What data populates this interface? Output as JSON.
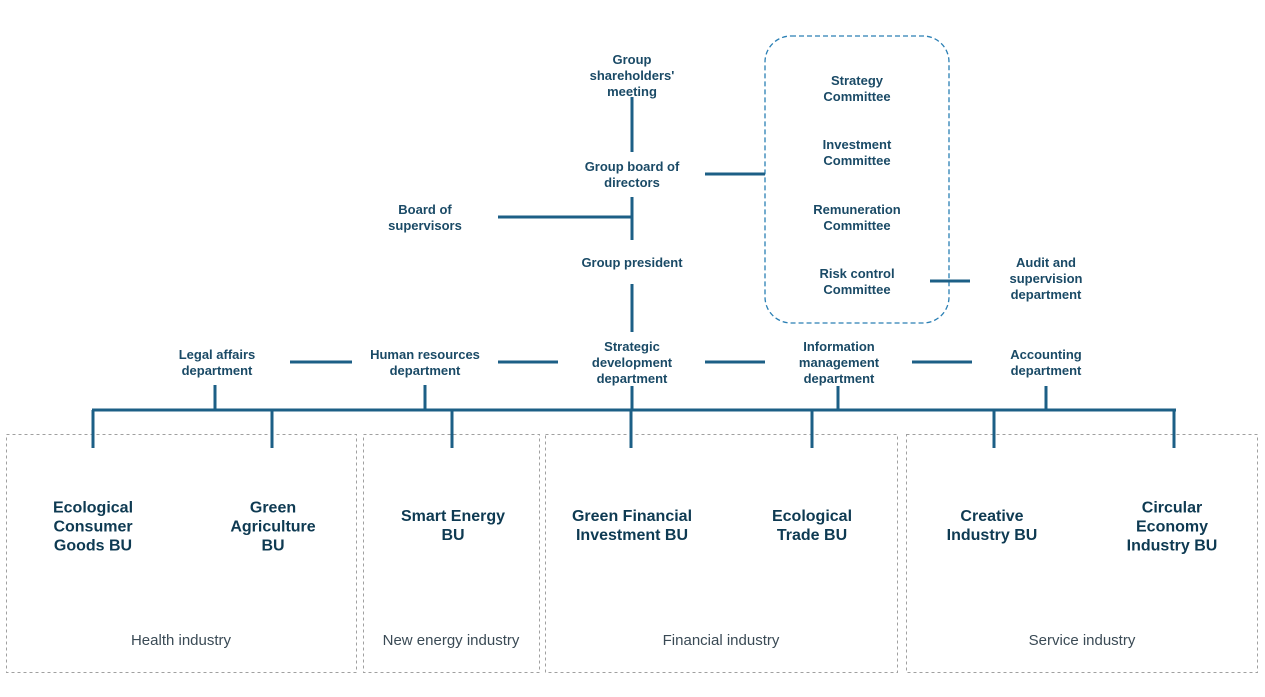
{
  "colors": {
    "line": "#1c5f86",
    "text": "#1a4a66",
    "bu_text": "#0e3a52",
    "industry_text": "#3a4a55",
    "committee_border": "#2a7fb4",
    "industry_border": "#a0a0a0"
  },
  "nodes": {
    "shareholders": "Group\nshareholders'\nmeeting",
    "board_of_directors": "Group board of\ndirectors",
    "board_of_supervisors": "Board of\nsupervisors",
    "president": "Group president",
    "committees": {
      "strategy": "Strategy\nCommittee",
      "investment": "Investment\nCommittee",
      "remuneration": "Remuneration\nCommittee",
      "risk_control": "Risk control\nCommittee"
    },
    "audit": "Audit and\nsupervision\ndepartment",
    "departments": {
      "legal": "Legal affairs\ndepartment",
      "hr": "Human resources\ndepartment",
      "strategic": "Strategic\ndevelopment\ndepartment",
      "info": "Information\nmanagement\ndepartment",
      "accounting": "Accounting\ndepartment"
    }
  },
  "business_units": {
    "ecological_consumer": "Ecological\nConsumer\nGoods BU",
    "green_agriculture": "Green\nAgriculture\nBU",
    "smart_energy": "Smart Energy\nBU",
    "green_financial": "Green Financial\nInvestment BU",
    "ecological_trade": "Ecological\nTrade BU",
    "creative": "Creative\nIndustry BU",
    "circular": "Circular\nEconomy\nIndustry BU"
  },
  "industries": {
    "health": "Health industry",
    "new_energy": "New energy industry",
    "financial": "Financial industry",
    "service": "Service industry"
  }
}
